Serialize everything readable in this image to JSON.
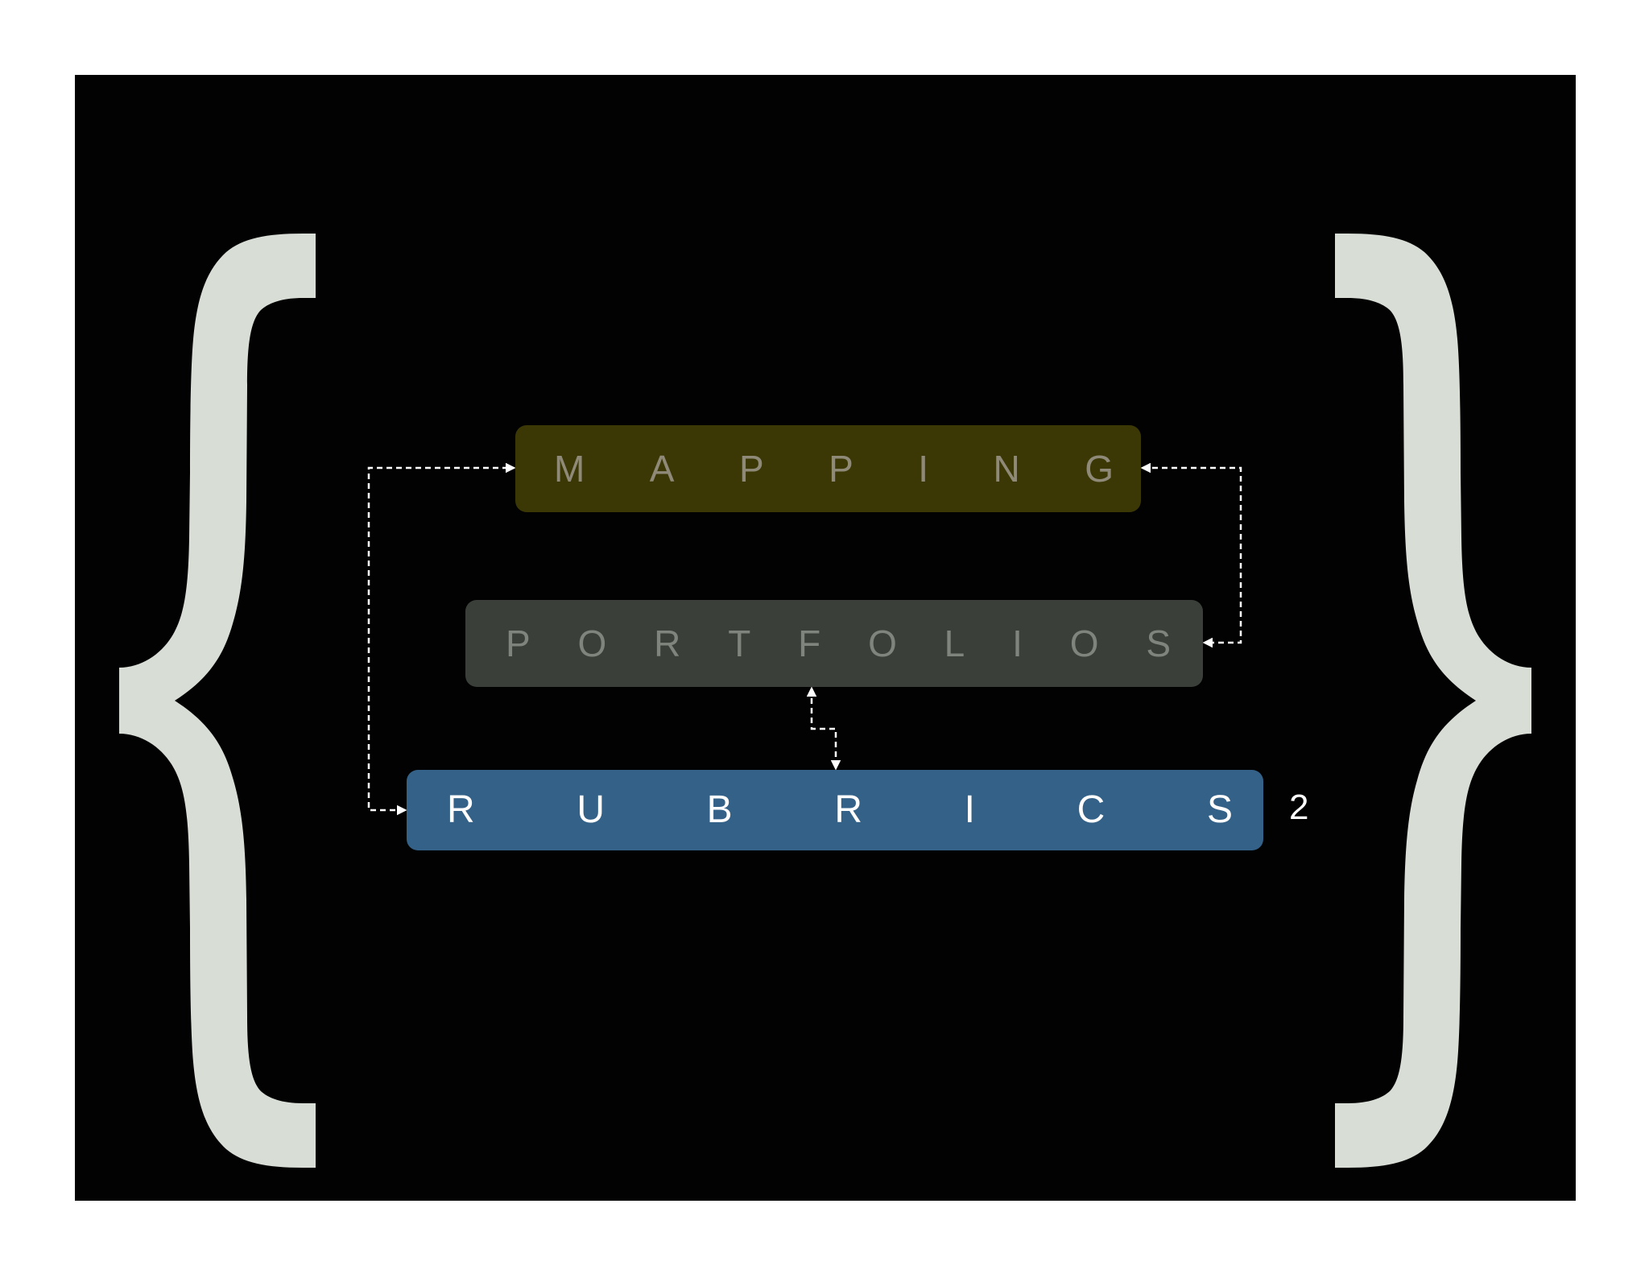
{
  "diagram": {
    "nodes": [
      {
        "id": "mapping",
        "letters": [
          "M",
          "A",
          "P",
          "P",
          "I",
          "N",
          "G"
        ],
        "fill": "#3b3806",
        "text_color": "#8f8a78"
      },
      {
        "id": "portfolios",
        "letters": [
          "P",
          "O",
          "R",
          "T",
          "F",
          "O",
          "L",
          "I",
          "O",
          "S"
        ],
        "fill": "#3a3f39",
        "text_color": "#7f857c"
      },
      {
        "id": "rubrics",
        "letters": [
          "R",
          "U",
          "B",
          "R",
          "I",
          "C",
          "S"
        ],
        "fill": "#346187",
        "text_color": "#ffffff"
      }
    ],
    "edges": [
      {
        "from": "rubrics",
        "to": "mapping",
        "style": "dashed",
        "arrows": "both"
      },
      {
        "from": "mapping",
        "to": "portfolios",
        "style": "dashed",
        "arrows": "both"
      },
      {
        "from": "portfolios",
        "to": "rubrics",
        "style": "dashed",
        "arrows": "both"
      }
    ],
    "footnote": "2",
    "colors": {
      "background": "#020203",
      "brace": "#d8ddd6",
      "connector": "#ffffff"
    }
  }
}
